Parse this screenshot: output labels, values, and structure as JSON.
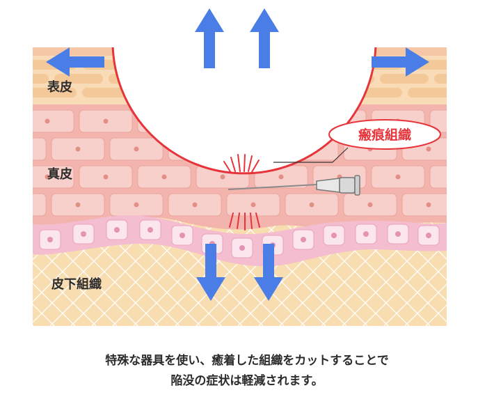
{
  "labels": {
    "epidermis": "表皮",
    "dermis": "真皮",
    "subcutaneous": "皮下組織",
    "scar_tissue": "瘢痕組織"
  },
  "caption": {
    "line1": "特殊な器具を使い、癒着した組織をカットすることで",
    "line2": "陥没の症状は軽減されます。"
  },
  "colors": {
    "epidermis": "#f9dcb7",
    "dermis": "#f2b4ad",
    "subcutaneous": "#f8ddb0",
    "arrow": "#4a7ee6",
    "scar_red": "#e6343a"
  },
  "icons": {
    "arrows": "arrow-icon",
    "needle": "needle-icon"
  }
}
